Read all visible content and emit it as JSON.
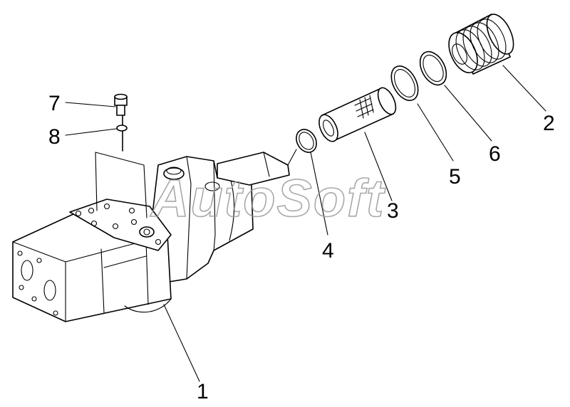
{
  "watermark": "AutoSoft",
  "callouts": {
    "c1": "1",
    "c2": "2",
    "c3": "3",
    "c4": "4",
    "c5": "5",
    "c6": "6",
    "c7": "7",
    "c8": "8"
  },
  "colors": {
    "line": "#000000",
    "background": "#ffffff",
    "watermark": "#9a9a9a"
  }
}
